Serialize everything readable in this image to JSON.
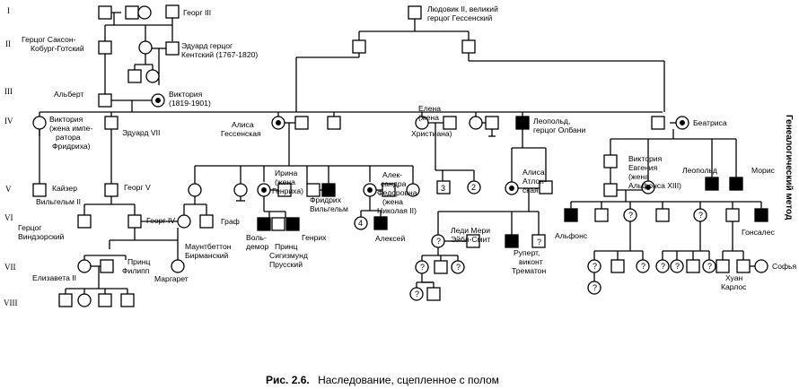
{
  "generations": [
    "I",
    "II",
    "III",
    "IV",
    "V",
    "VI",
    "VII",
    "VIII"
  ],
  "labels": {
    "georg3": "Георг III",
    "ludwig1": "Людовик II, великий",
    "ludwig2": "герцог Гессенский",
    "saxe1": "Герцог Саксон-",
    "saxe2": "Кобург-Готский",
    "eduard_kent1": "Эдуард герцог",
    "eduard_kent2": "Кентский (1767-1820)",
    "albert": "Альберт",
    "victoria_q1": "Виктория",
    "victoria_q2": "(1819-1901)",
    "victoria_p1": "Виктория",
    "victoria_p2": "(жена импе-",
    "victoria_p3": "ратора",
    "victoria_p4": "Фридриха)",
    "eduard7": "Эдуард VII",
    "alice1": "Алиса",
    "alice2": "Гессенская",
    "elena1": "Елена",
    "elena2": "(жена",
    "elena3": "Христиана)",
    "leopold_albany1": "Леопольд,",
    "leopold_albany2": "герцог Олбани",
    "beatrice": "Беатриса",
    "kaiser1": "Кайзер",
    "kaiser2": "Вильгельм II",
    "georg5": "Георг V",
    "irina1": "Ирина",
    "irina2": "(жена",
    "irina3": "Генриха)",
    "fridrich1": "Фридрих",
    "fridrich2": "Вильгельм",
    "alexandra1": "Алек-",
    "alexandra2": "сандра",
    "alexandra3": "Федоровна",
    "alexandra4": "(жена",
    "alexandra5": "Николая II)",
    "alice_ath1": "Алиса",
    "alice_ath2": "Атлон-",
    "alice_ath3": "ская",
    "victoria_e1": "Виктория",
    "victoria_e2": "Евгения",
    "victoria_e3": "(жена",
    "victoria_e4": "Альфонса XIII)",
    "leopold_b": "Леопольд",
    "maurice": "Морис",
    "windsor1": "Герцог",
    "windsor2": "Виндзорский",
    "georg6": "Георг IV",
    "mountbatten1": "Граф",
    "mountbatten2": "Маунтбеттон",
    "mountbatten3": "Бирманский",
    "waldemar1": "Воль-",
    "waldemar2": "демор",
    "sigismund1": "Принц",
    "sigismund2": "Сигизмунд",
    "sigismund3": "Прусский",
    "heinrich": "Генрих",
    "alexei": "Алексей",
    "lady_may1": "Леди Мери",
    "lady_may2": "Эйбл-Смит",
    "rupert1": "Руперт,",
    "rupert2": "виконт",
    "rupert3": "Трематон",
    "alfonso": "Альфонс",
    "gonzalo": "Гонсалес",
    "philip1": "Принц",
    "philip2": "Филипп",
    "elizabeth": "Елизавета II",
    "margaret": "Маргарет",
    "sofia": "Софья",
    "juan1": "Хуан",
    "juan2": "Карлос",
    "num3": "3",
    "num2": "2",
    "num4": "4",
    "q": "?"
  },
  "caption": {
    "figure": "Рис. 2.6.",
    "text": "Наследование, сцепленное с полом"
  },
  "side_title": "Генеалогический метод",
  "colors": {
    "ink": "#000000",
    "paper": "#ffffff"
  }
}
